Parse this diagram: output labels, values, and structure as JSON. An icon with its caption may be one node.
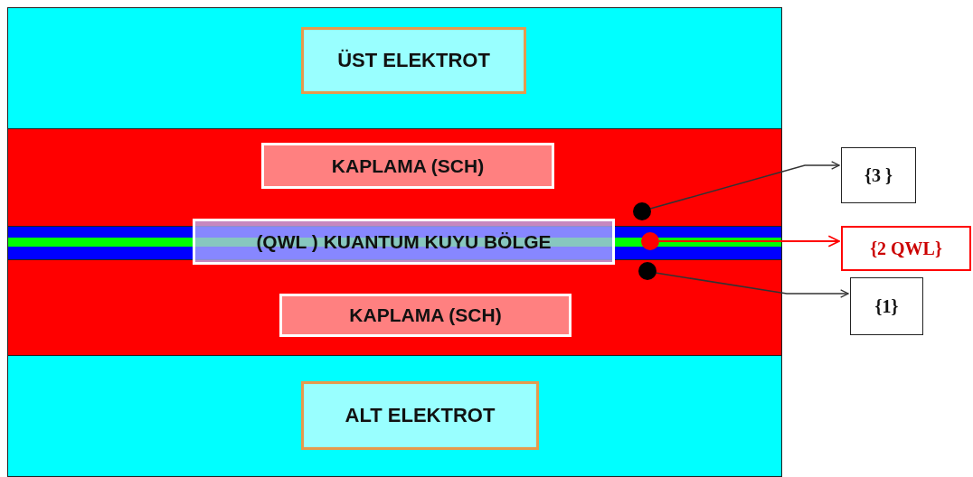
{
  "diagram": {
    "nodes": [
      {
        "text": [
          "ÜST ELEKTROT"
        ]
      },
      {
        "text": [
          "KAPLAMA (SCH)"
        ]
      },
      {
        "text": [
          "(QWL ) KUANTUM KUYU BÖLGE"
        ]
      },
      {
        "text": [
          "KAPLAMA (SCH)"
        ]
      },
      {
        "text": [
          "ALT ELEKTROT"
        ]
      },
      {
        "text": [],
        "shape": "circle"
      },
      {
        "text": [],
        "shape": "circle"
      },
      {
        "text": [],
        "shape": "circle"
      },
      {
        "text": [
          "{3 }"
        ]
      },
      {
        "text": [
          "{2 QWL}"
        ]
      },
      {
        "text": [
          "{1}"
        ]
      }
    ],
    "edges": [
      {
        "from": 5,
        "to": 8,
        "arrow": "to"
      },
      {
        "from": 6,
        "to": 9,
        "arrow": "to",
        "color": "#ff0000"
      },
      {
        "from": 7,
        "to": 10,
        "arrow": "to"
      }
    ]
  }
}
